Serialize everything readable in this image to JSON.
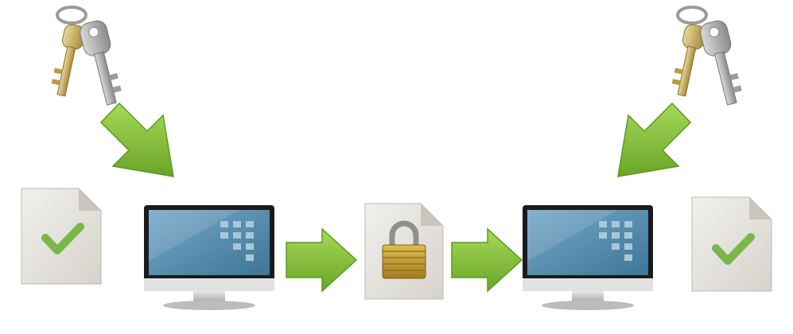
{
  "diagram": {
    "description_nodes": [
      {
        "id": "plain-doc-left",
        "icon": "checked-document-icon"
      },
      {
        "id": "computer-sender",
        "icon": "monitor-icon"
      },
      {
        "id": "locked-doc",
        "icon": "padlock-document-icon"
      },
      {
        "id": "computer-receiver",
        "icon": "monitor-icon"
      },
      {
        "id": "plain-doc-right",
        "icon": "checked-document-icon"
      }
    ],
    "keys": [
      {
        "id": "key-left",
        "icon": "keys-icon"
      },
      {
        "id": "key-right",
        "icon": "keys-icon"
      }
    ],
    "colors": {
      "arrow": "#8cc63f",
      "arrow_dark": "#5e9a1c",
      "screen": "#5b8fb0",
      "monitor_frame": "#1b1b1b",
      "paper": "#e9e7e2",
      "check": "#7ab648",
      "lock_body": "#c9a23a"
    }
  }
}
